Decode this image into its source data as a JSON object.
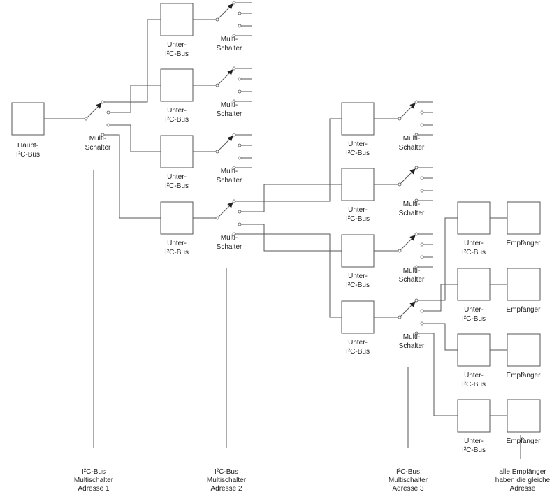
{
  "labels": {
    "main_bus": [
      "Haupt-",
      "I²C-Bus"
    ],
    "sub_bus": [
      "Unter-",
      "I²C-Bus"
    ],
    "switch": [
      "Multi-",
      "Schalter"
    ],
    "receiver": "Empfänger"
  },
  "addresses": [
    [
      "I²C-Bus",
      "Multischalter",
      "Adresse 1"
    ],
    [
      "I²C-Bus",
      "Multischalter",
      "Adresse 2"
    ],
    [
      "I²C-Bus",
      "Multischalter",
      "Adresse 3"
    ]
  ],
  "note": [
    "alle Empfänger",
    "haben die gleiche",
    "Adresse"
  ],
  "colors": {
    "line": "#555555",
    "text": "#222222"
  }
}
